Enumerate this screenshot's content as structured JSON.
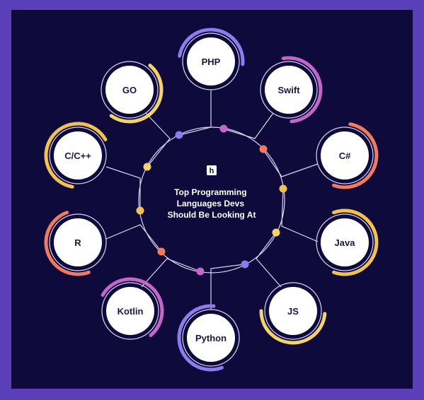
{
  "colors": {
    "frame": "#5a3fb8",
    "background": "#0f0a3c",
    "line": "#d9d6ee",
    "node_fill": "#ffffff",
    "node_text": "#1b1640",
    "purple": "#8d7cf0",
    "yellow": "#f5d36a",
    "orange": "#f27a5e",
    "pink": "#c266c9",
    "gold": "#f2c14e"
  },
  "logo": {
    "letter": "h"
  },
  "center": {
    "title_lines": [
      "Top Programming",
      "Languages Devs",
      "Should Be Looking At"
    ]
  },
  "languages": [
    {
      "name": "PHP",
      "accent": "#8d7cf0"
    },
    {
      "name": "Swift",
      "accent": "#c266c9"
    },
    {
      "name": "C#",
      "accent": "#f27a5e"
    },
    {
      "name": "Java",
      "accent": "#f2c14e"
    },
    {
      "name": "JS",
      "accent": "#f5d36a"
    },
    {
      "name": "Python",
      "accent": "#8d7cf0"
    },
    {
      "name": "Kotlin",
      "accent": "#c266c9"
    },
    {
      "name": "R",
      "accent": "#f27a5e"
    },
    {
      "name": "C/C++",
      "accent": "#f2c14e"
    },
    {
      "name": "GO",
      "accent": "#f5d36a"
    }
  ],
  "connector_dots": [
    {
      "color": "#8d7cf0"
    },
    {
      "color": "#c266c9"
    },
    {
      "color": "#f27a5e"
    },
    {
      "color": "#f2c14e"
    },
    {
      "color": "#f5d36a"
    },
    {
      "color": "#8d7cf0"
    },
    {
      "color": "#c266c9"
    },
    {
      "color": "#f27a5e"
    },
    {
      "color": "#f2c14e"
    },
    {
      "color": "#f5d36a"
    }
  ]
}
